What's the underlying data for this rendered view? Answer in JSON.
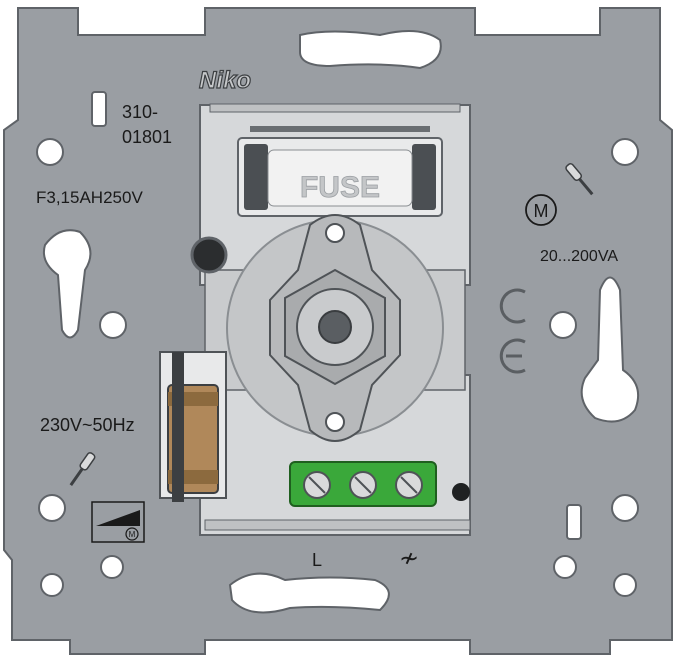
{
  "brand": "Niko",
  "part_number_line1": "310-",
  "part_number_line2": "01801",
  "fuse_rating": "F3,15AH250V",
  "fuse_label": "FUSE",
  "power_range": "20...200VA",
  "motor_symbol_letter": "M",
  "voltage_rating": "230V~50Hz",
  "terminal_label_l": "L",
  "terminal_label_load": "≁",
  "adjust_symbol_letter": "M",
  "colors": {
    "plate": "#9a9ea3",
    "plate_edge": "#5f6368",
    "body": "#cfd1d3",
    "terminal_block": "#3aa83a",
    "capacitor": "#b0885a",
    "fuse_holder": "#e9eaeb"
  },
  "icons": [
    "ce-mark-icon",
    "screwdriver-icon",
    "motor-symbol-icon",
    "dimmer-ramp-icon"
  ]
}
